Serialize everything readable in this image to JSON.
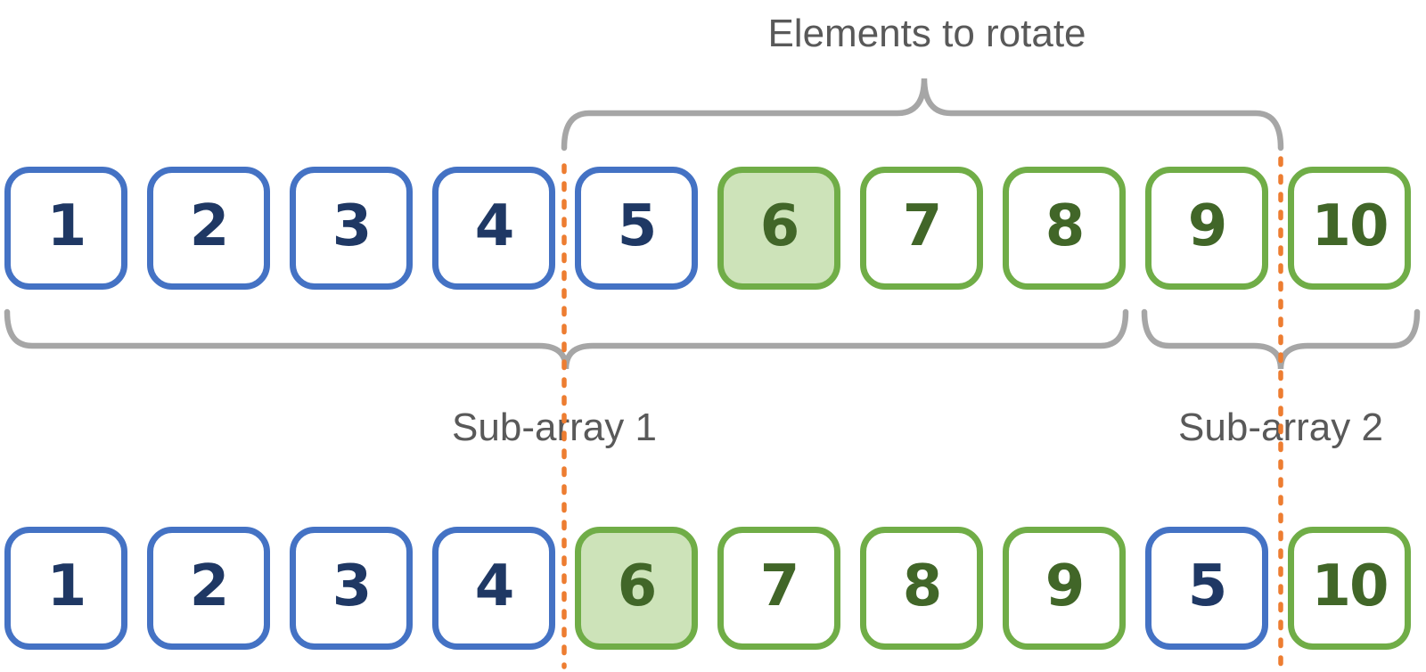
{
  "labels": {
    "elements_to_rotate": "Elements to rotate",
    "subarray1": "Sub-array 1",
    "subarray2": "Sub-array 2"
  },
  "colors": {
    "blue_border": "#4472C4",
    "blue_text": "#1F3864",
    "green_border": "#70AD47",
    "green_text": "#416628",
    "green_fill": "#CDE3B9",
    "orange": "#ED7D31",
    "brace_gray": "#A6A6A6",
    "label_gray": "#595959"
  },
  "rows": [
    {
      "name": "original-array",
      "cells": [
        {
          "value": "1",
          "variant": "blue"
        },
        {
          "value": "2",
          "variant": "blue"
        },
        {
          "value": "3",
          "variant": "blue"
        },
        {
          "value": "4",
          "variant": "blue"
        },
        {
          "value": "5",
          "variant": "blue"
        },
        {
          "value": "6",
          "variant": "green-filled"
        },
        {
          "value": "7",
          "variant": "green"
        },
        {
          "value": "8",
          "variant": "green"
        },
        {
          "value": "9",
          "variant": "green"
        },
        {
          "value": "10",
          "variant": "green"
        }
      ]
    },
    {
      "name": "rotated-array",
      "cells": [
        {
          "value": "1",
          "variant": "blue"
        },
        {
          "value": "2",
          "variant": "blue"
        },
        {
          "value": "3",
          "variant": "blue"
        },
        {
          "value": "4",
          "variant": "blue"
        },
        {
          "value": "6",
          "variant": "green-filled"
        },
        {
          "value": "7",
          "variant": "green"
        },
        {
          "value": "8",
          "variant": "green"
        },
        {
          "value": "9",
          "variant": "green"
        },
        {
          "value": "5",
          "variant": "blue"
        },
        {
          "value": "10",
          "variant": "green"
        }
      ]
    }
  ]
}
